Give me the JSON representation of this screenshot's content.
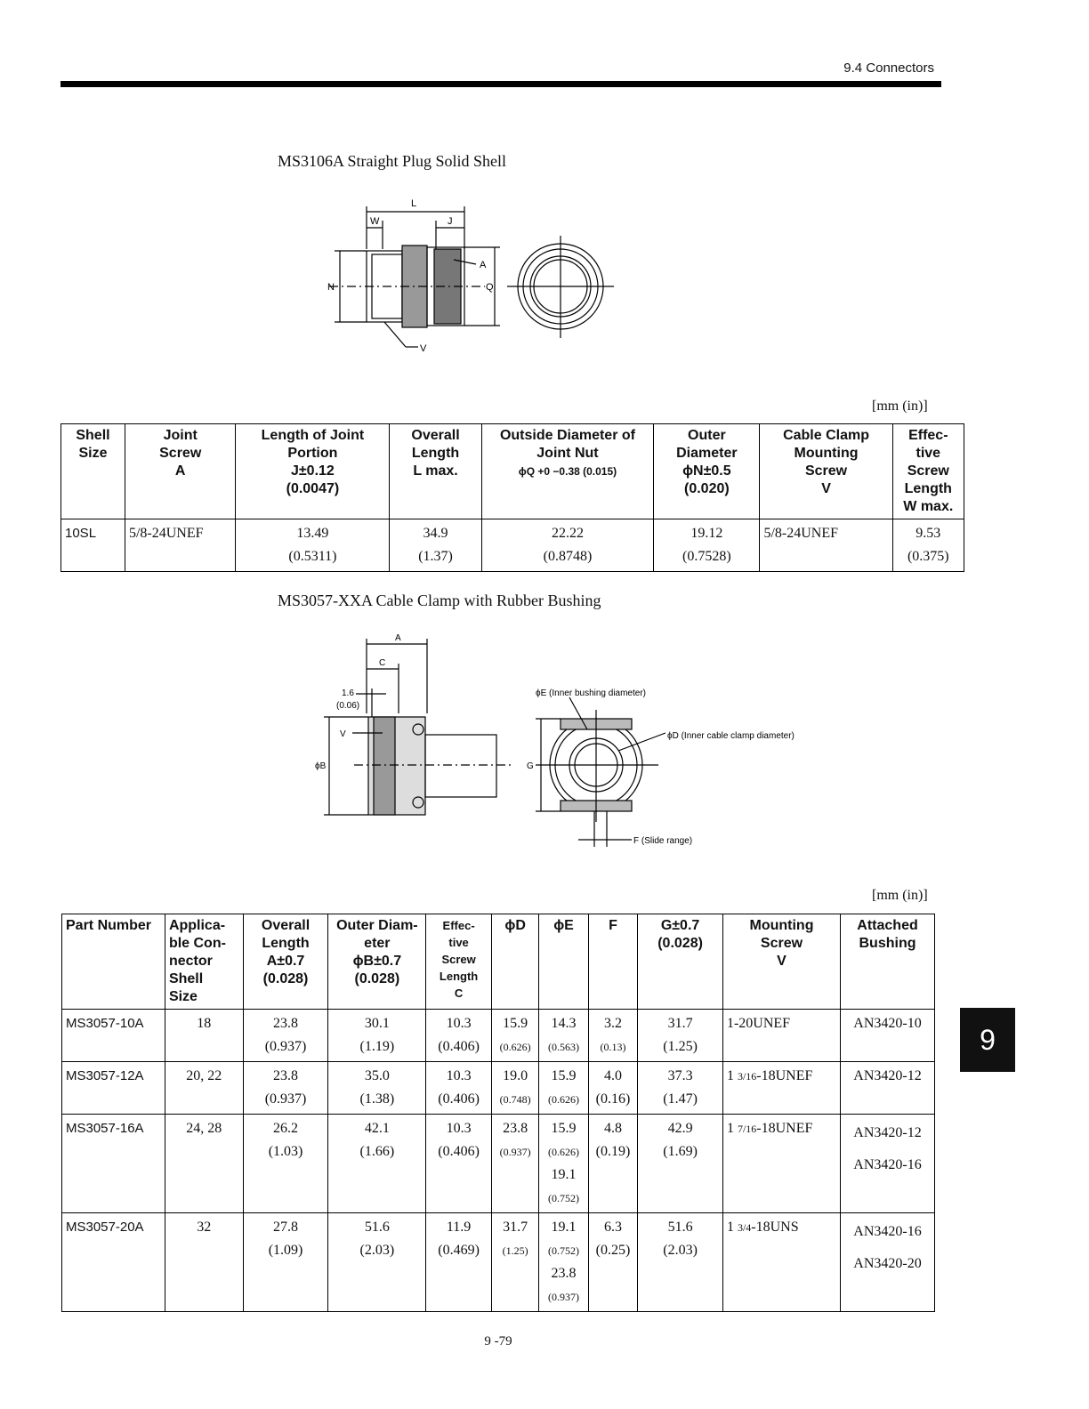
{
  "header": {
    "section": "9.4  Connectors"
  },
  "plug": {
    "caption": "MS3106A Straight Plug Solid Shell",
    "labels": {
      "L": "L",
      "W": "W",
      "J": "J",
      "A": "A",
      "N": "N",
      "Q": "Q",
      "V": "V"
    }
  },
  "unit_label": "[mm (in)]",
  "plug_table": {
    "headers": [
      [
        "Shell",
        "Size"
      ],
      [
        "Joint",
        "Screw",
        "A"
      ],
      [
        "Length of Joint",
        "Portion",
        "J±0.12",
        "(0.0047)"
      ],
      [
        "Overall",
        "Length",
        "L max."
      ],
      [
        "Outside Diameter of",
        "Joint Nut",
        "ϕQ +0 −0.38 (0.015)"
      ],
      [
        "Outer",
        "Diameter",
        "ϕN±0.5",
        "(0.020)"
      ],
      [
        "Cable Clamp",
        "Mounting",
        "Screw",
        "V"
      ],
      [
        "Effec-",
        "tive",
        "Screw",
        "Length",
        "W max."
      ]
    ],
    "row": [
      "10SL",
      "5/8-24UNEF",
      "13.49",
      "(0.5311)",
      "34.9",
      "(1.37)",
      "22.22",
      "(0.8748)",
      "19.12",
      "(0.7528)",
      "5/8-24UNEF",
      "9.53",
      "(0.375)"
    ]
  },
  "clamp": {
    "caption": "MS3057-XXA Cable Clamp with Rubber Bushing",
    "labels": {
      "A": "A",
      "C": "C",
      "dim16": "1.6",
      "dim16in": "(0.06)",
      "V": "V",
      "B": "ϕB",
      "G": "G",
      "E": "ϕE (Inner bushing diameter)",
      "D": "ϕD (Inner cable clamp diameter)",
      "F": "F (Slide range)"
    }
  },
  "clamp_table": {
    "headers": [
      [
        "Part Number"
      ],
      [
        "Applica-",
        "ble Con-",
        "nector",
        "Shell",
        "Size"
      ],
      [
        "Overall",
        "Length",
        "A±0.7",
        "(0.028)"
      ],
      [
        "Outer Diam-",
        "eter",
        "ϕB±0.7",
        "(0.028)"
      ],
      [
        "Effec-",
        "tive",
        "Screw",
        "Length",
        "C"
      ],
      [
        "ϕD"
      ],
      [
        "ϕE"
      ],
      [
        "F"
      ],
      [
        "G±0.7",
        "(0.028)"
      ],
      [
        "Mounting",
        "Screw",
        "V"
      ],
      [
        "Attached",
        "Bushing"
      ]
    ],
    "rows": [
      {
        "part": "MS3057-10A",
        "size": "18",
        "a": "23.8",
        "a_in": "(0.937)",
        "b": "30.1",
        "b_in": "(1.19)",
        "c": "10.3",
        "c_in": "(0.406)",
        "d": "15.9",
        "d_in": "(0.626)",
        "e": [
          "14.3"
        ],
        "e_in": [
          "(0.563)"
        ],
        "f": "3.2",
        "f_in": "(0.13)",
        "g": "31.7",
        "g_in": "(1.25)",
        "v": "1-20UNEF",
        "bushing": [
          "AN3420-10"
        ]
      },
      {
        "part": "MS3057-12A",
        "size": "20, 22",
        "a": "23.8",
        "a_in": "(0.937)",
        "b": "35.0",
        "b_in": "(1.38)",
        "c": "10.3",
        "c_in": "(0.406)",
        "d": "19.0",
        "d_in": "(0.748)",
        "e": [
          "15.9"
        ],
        "e_in": [
          "(0.626)"
        ],
        "f": "4.0",
        "f_in": "(0.16)",
        "g": "37.3",
        "g_in": "(1.47)",
        "v_pre": "1 ",
        "v_frac": "3/16",
        "v_post": "-18UNEF",
        "bushing": [
          "AN3420-12"
        ]
      },
      {
        "part": "MS3057-16A",
        "size": "24, 28",
        "a": "26.2",
        "a_in": "(1.03)",
        "b": "42.1",
        "b_in": "(1.66)",
        "c": "10.3",
        "c_in": "(0.406)",
        "d": "23.8",
        "d_in": "(0.937)",
        "e": [
          "15.9",
          "19.1"
        ],
        "e_in": [
          "(0.626)",
          "(0.752)"
        ],
        "f": "4.8",
        "f_in": "(0.19)",
        "g": "42.9",
        "g_in": "(1.69)",
        "v_pre": "1 ",
        "v_frac": "7/16",
        "v_post": "-18UNEF",
        "bushing": [
          "AN3420-12",
          "AN3420-16"
        ]
      },
      {
        "part": "MS3057-20A",
        "size": "32",
        "a": "27.8",
        "a_in": "(1.09)",
        "b": "51.6",
        "b_in": "(2.03)",
        "c": "11.9",
        "c_in": "(0.469)",
        "d": "31.7",
        "d_in": "(1.25)",
        "e": [
          "19.1",
          "23.8"
        ],
        "e_in": [
          "(0.752)",
          "(0.937)"
        ],
        "f": "6.3",
        "f_in": "(0.25)",
        "g": "51.6",
        "g_in": "(2.03)",
        "v_pre": "1 ",
        "v_frac": "3/4",
        "v_post": "-18UNS",
        "bushing": [
          "AN3420-16",
          "AN3420-20"
        ]
      }
    ]
  },
  "side_tab": "9",
  "page_number": "9 -79"
}
